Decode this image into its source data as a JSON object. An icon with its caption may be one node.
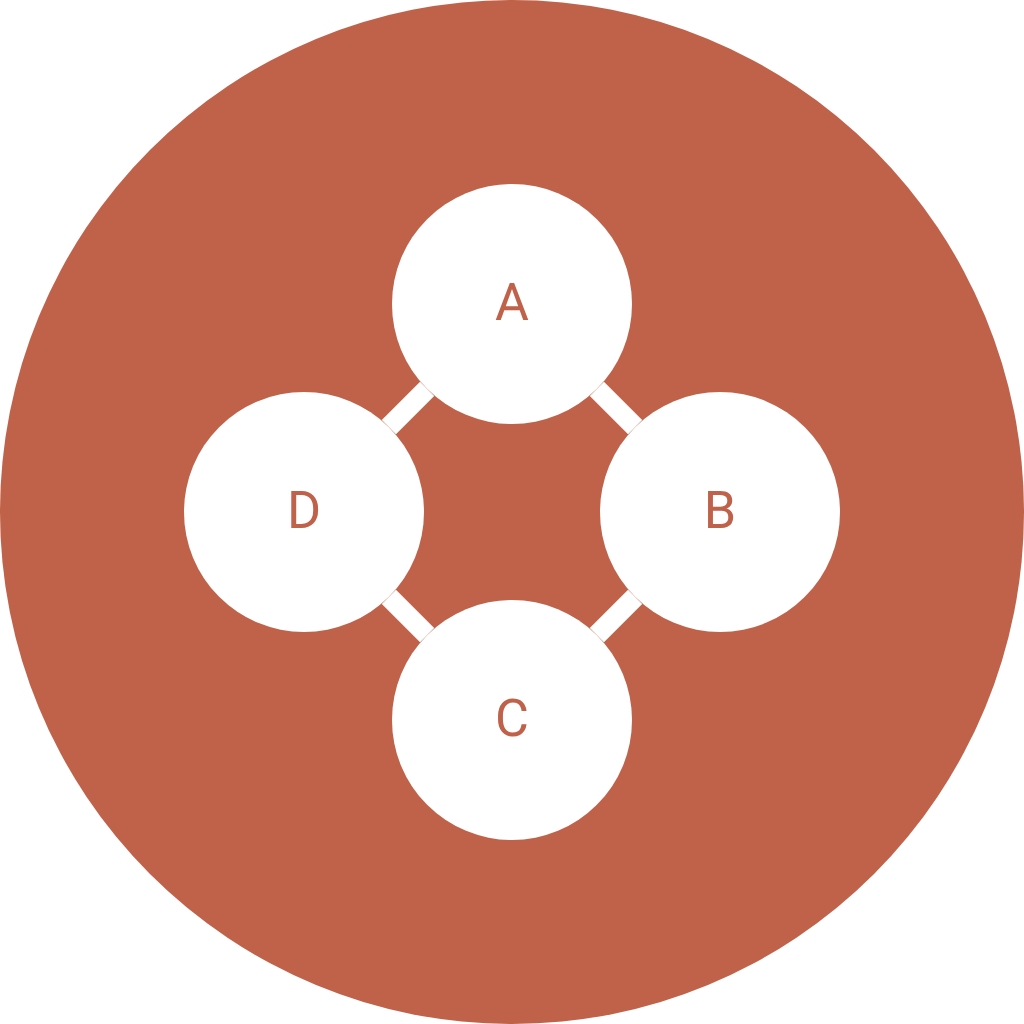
{
  "diagram": {
    "nodes": [
      {
        "text": [],
        "shape": "circle"
      },
      {
        "text": [
          "A"
        ],
        "in": 0
      },
      {
        "text": [
          "B"
        ],
        "in": 0
      },
      {
        "text": [
          "C"
        ],
        "in": 0
      },
      {
        "text": [
          "D"
        ],
        "in": 0
      }
    ],
    "edges": [
      {
        "from": 1,
        "to": 2,
        "arrow": "none"
      },
      {
        "from": 2,
        "to": 3,
        "arrow": "none"
      },
      {
        "from": 3,
        "to": 4,
        "arrow": "none"
      },
      {
        "from": 4,
        "to": 1,
        "arrow": "none"
      }
    ]
  }
}
